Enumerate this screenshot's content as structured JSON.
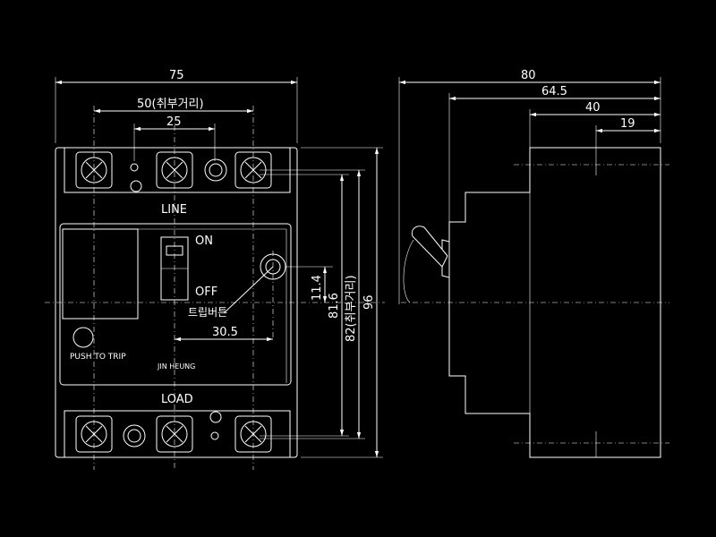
{
  "front_view": {
    "dim_width": "75",
    "dim_mount_spacing": "50(취부거리)",
    "dim_pole_pitch": "25",
    "dim_trip_offset": "30.5",
    "dim_trip_button": "11.4",
    "dim_mount_height_a": "81.6",
    "dim_mount_height_b": "82(취부거리)",
    "dim_height": "96",
    "label_line": "LINE",
    "label_load": "LOAD",
    "label_on": "ON",
    "label_off": "OFF",
    "label_trip_button": "트립버튼",
    "label_push_to_trip": "PUSH TO TRIP",
    "label_brand": "JIN HEUNG"
  },
  "side_view": {
    "dim_depth_total": "80",
    "dim_depth_a": "64.5",
    "dim_depth_b": "40",
    "dim_depth_c": "19"
  },
  "colors": {
    "background": "#000000",
    "lines": "#ffffff"
  }
}
